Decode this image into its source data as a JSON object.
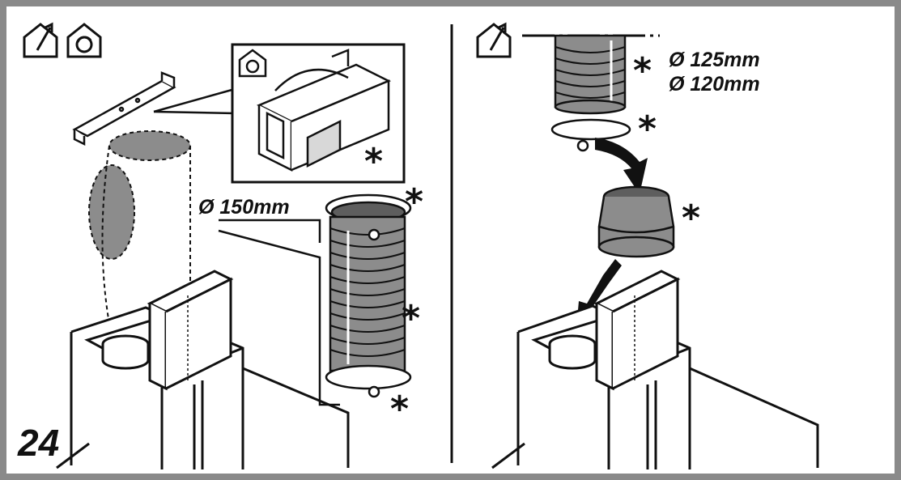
{
  "figure_number": "24",
  "left_panel": {
    "diameter_label": "Ø 150mm",
    "optional_marker": "*",
    "icons": [
      "ducted-exhaust-icon",
      "recirculation-icon"
    ],
    "inset_icon": "recirculation-icon"
  },
  "right_panel": {
    "diameter_label_1": "Ø 125mm",
    "diameter_label_2": "Ø 120mm",
    "optional_marker": "*",
    "icons": [
      "ducted-exhaust-icon"
    ]
  },
  "colors": {
    "frame": "#8a8a8a",
    "ink": "#111111",
    "shade": "#8c8c8c",
    "dark_shade": "#5e5e5e"
  }
}
